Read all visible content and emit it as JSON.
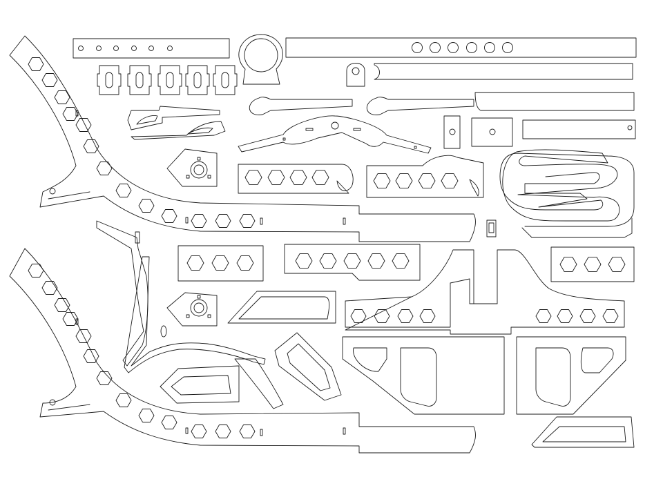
{
  "sheet": {
    "background": "#ffffff",
    "stroke_color": "#1a1a1a",
    "parts": [
      "curved-frame-arm-top",
      "curved-frame-arm-bottom",
      "round-hole-bar-short",
      "round-hole-bar-long",
      "slot-spacer-row",
      "round-clamp-ring",
      "slotted-strips",
      "hook-levers",
      "folding-linkage",
      "small-brackets",
      "motor-mount-plates",
      "hexagon-rails",
      "serpentine-spring",
      "center-chassis-plate",
      "pocketed-side-panels"
    ]
  }
}
